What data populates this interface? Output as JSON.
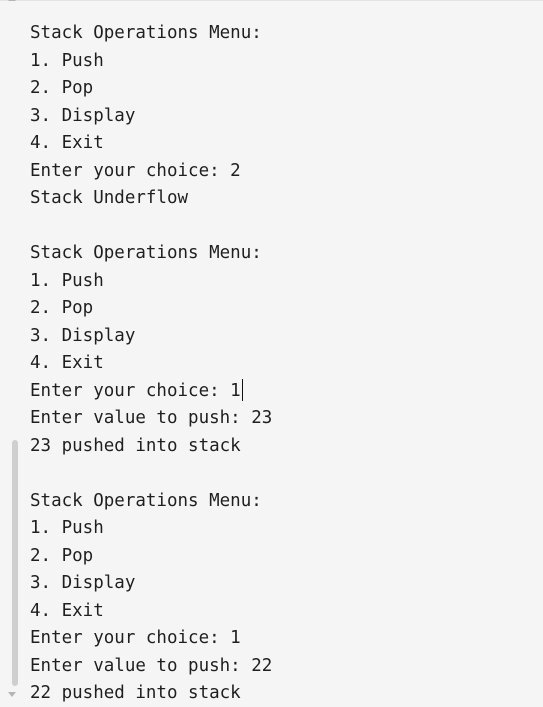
{
  "console": {
    "lines": [
      "Stack Operations Menu:",
      "1. Push",
      "2. Pop",
      "3. Display",
      "4. Exit",
      "Enter your choice: 2",
      "Stack Underflow",
      "",
      "Stack Operations Menu:",
      "1. Push",
      "2. Pop",
      "3. Display",
      "4. Exit",
      "Enter your choice: 1",
      "Enter value to push: 23",
      "23 pushed into stack",
      "",
      "Stack Operations Menu:",
      "1. Push",
      "2. Pop",
      "3. Display",
      "4. Exit",
      "Enter your choice: 1",
      "Enter value to push: 22",
      "22 pushed into stack"
    ]
  }
}
